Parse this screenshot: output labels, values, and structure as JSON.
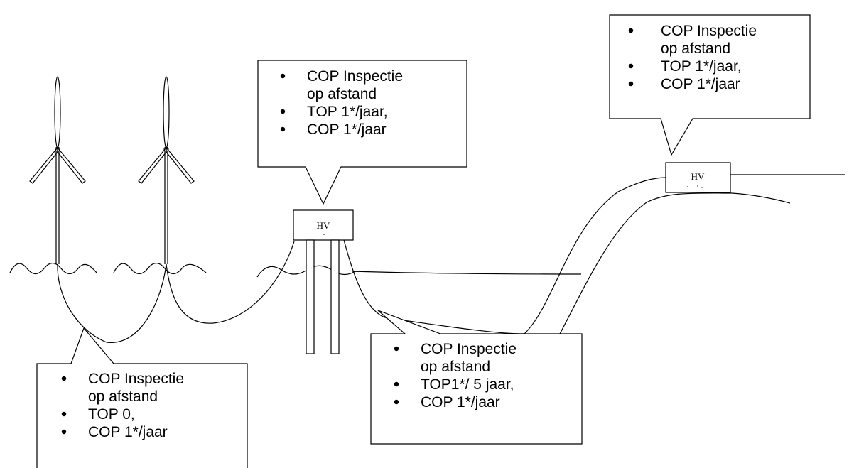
{
  "callouts": {
    "platform_mid": {
      "items": [
        {
          "lines": [
            "COP Inspectie",
            "op afstand"
          ]
        },
        {
          "lines": [
            "TOP 1*/jaar,"
          ]
        },
        {
          "lines": [
            "COP 1*/jaar"
          ]
        }
      ]
    },
    "platform_right": {
      "items": [
        {
          "lines": [
            "COP Inspectie",
            "op afstand"
          ]
        },
        {
          "lines": [
            "TOP 1*/jaar,"
          ]
        },
        {
          "lines": [
            "COP 1*/jaar"
          ]
        }
      ]
    },
    "cable_left": {
      "items": [
        {
          "lines": [
            "COP Inspectie",
            "op afstand"
          ]
        },
        {
          "lines": [
            "TOP 0,"
          ]
        },
        {
          "lines": [
            "COP 1*/jaar"
          ]
        }
      ]
    },
    "cable_export": {
      "items": [
        {
          "lines": [
            "COP Inspectie",
            "op afstand"
          ]
        },
        {
          "lines": [
            "TOP1*/ 5 jaar,"
          ]
        },
        {
          "lines": [
            "COP 1*/jaar"
          ]
        }
      ]
    }
  },
  "stations": {
    "offshore_label": "HV",
    "onshore_label": "HV"
  }
}
